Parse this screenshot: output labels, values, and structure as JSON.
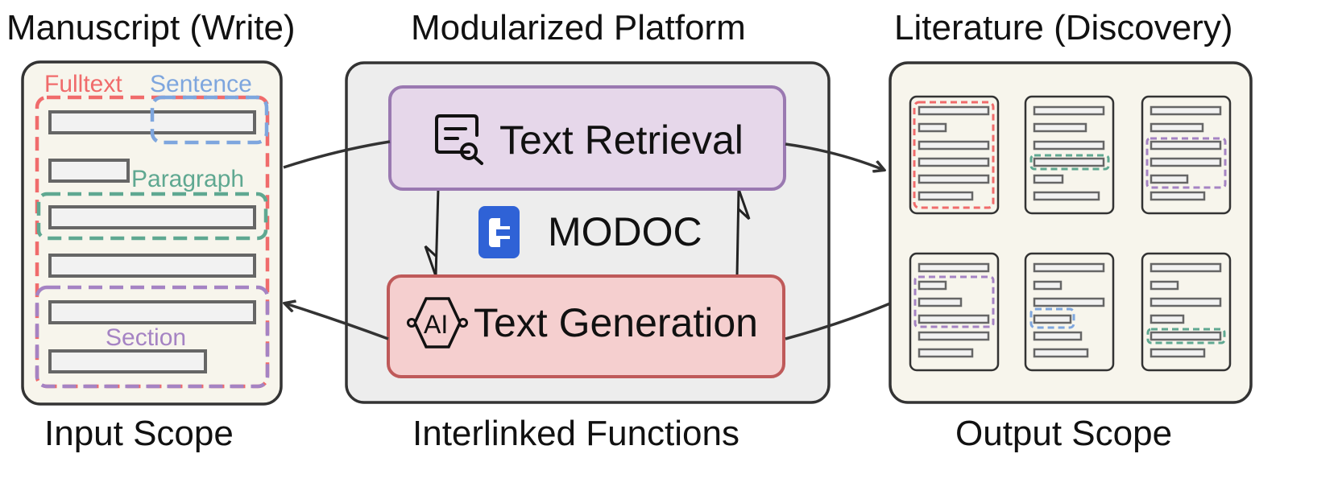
{
  "manuscript": {
    "title": "Manuscript (Write)",
    "caption": "Input Scope",
    "labels": {
      "fulltext": "Fulltext",
      "sentence": "Sentence",
      "paragraph": "Paragraph",
      "section": "Section"
    }
  },
  "platform": {
    "title": "Modularized Platform",
    "caption": "Interlinked Functions",
    "retrieval_label": "Text Retrieval",
    "generation_label": "Text Generation",
    "logo_text": "MODOC",
    "ai_badge": "AI"
  },
  "literature": {
    "title": "Literature (Discovery)",
    "caption": "Output Scope"
  },
  "colors": {
    "fulltext": "#f06b6b",
    "sentence": "#7ea6de",
    "paragraph": "#5fa891",
    "section": "#a583c3",
    "retrieval_fill": "#e6d7ea",
    "retrieval_stroke": "#9a79b1",
    "generation_fill": "#f5cfcf",
    "generation_stroke": "#bf5a5a",
    "panel_fill": "#f7f5ec",
    "platform_fill": "#ededed",
    "logo_blue": "#2f62d6"
  }
}
